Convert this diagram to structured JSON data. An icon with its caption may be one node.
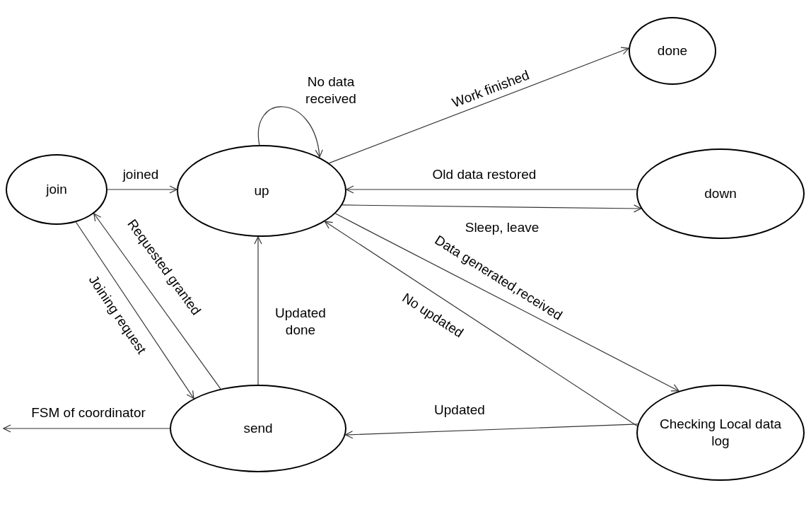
{
  "diagram": {
    "nodes": [
      {
        "text": [
          "join"
        ]
      },
      {
        "text": [
          "up"
        ]
      },
      {
        "text": [
          "done"
        ]
      },
      {
        "text": [
          "down"
        ]
      },
      {
        "text": [
          "send"
        ]
      },
      {
        "text": [
          "Checking Local data log"
        ]
      }
    ],
    "edges": [
      {
        "from": 1,
        "to": 1,
        "arrow": "to",
        "label": "No data received"
      },
      {
        "from": 0,
        "to": 1,
        "arrow": "to",
        "label": "joined"
      },
      {
        "from": 1,
        "to": 2,
        "arrow": "to",
        "label": "Work finished"
      },
      {
        "from": 3,
        "to": 1,
        "arrow": "to",
        "label": "Old data restored"
      },
      {
        "from": 1,
        "to": 3,
        "arrow": "to",
        "label": "Sleep, leave"
      },
      {
        "from": 1,
        "to": 5,
        "arrow": "to",
        "label": "Data generated,received"
      },
      {
        "from": 5,
        "to": 1,
        "arrow": "to",
        "label": "No updated"
      },
      {
        "from": 5,
        "to": 4,
        "arrow": "to",
        "label": "Updated"
      },
      {
        "from": 4,
        "to": 1,
        "arrow": "to",
        "label": "Updated done"
      },
      {
        "from": 0,
        "to": 4,
        "arrow": "to",
        "label": "Joining request"
      },
      {
        "from": 4,
        "to": 0,
        "arrow": "to",
        "label": "Requested granted"
      },
      {
        "from": 4,
        "to": null,
        "arrow": "to",
        "label": "FSM of coordinator"
      }
    ]
  }
}
